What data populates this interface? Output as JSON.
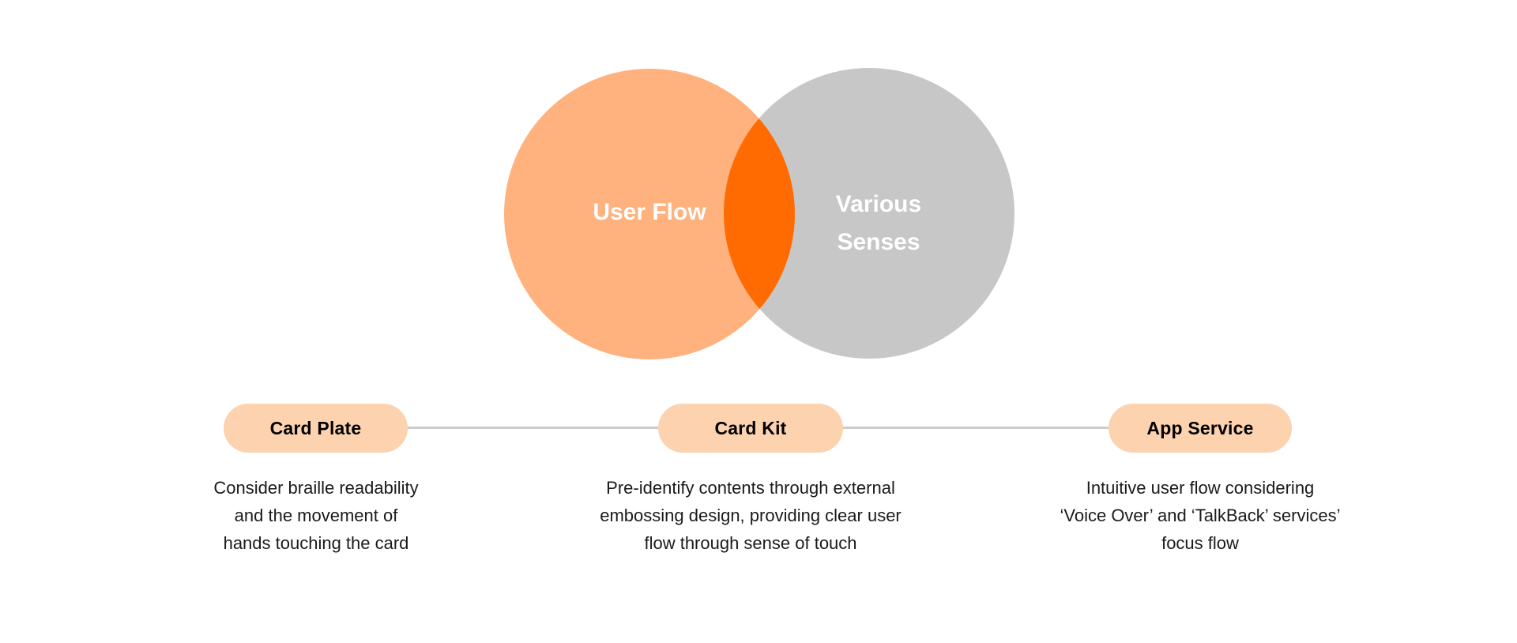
{
  "page": {
    "background_color": "#ffffff"
  },
  "venn": {
    "left_circle": {
      "label": "User Flow",
      "color": "#FFB17E"
    },
    "right_circle": {
      "label_line1": "Various",
      "label_line2": "Senses",
      "color": "#C7C7C7"
    },
    "overlap": {
      "color": "#FF6B00"
    },
    "label_text_color": "#FFFFFF"
  },
  "roadmap": {
    "connector_color": "#CCCCCC",
    "pill_background_color": "#FCD2AF",
    "pill_text_color": "#000000",
    "items": [
      {
        "label": "Card Plate",
        "description_lines": [
          "Consider braille readability",
          "and the movement of",
          "hands touching the card"
        ]
      },
      {
        "label": "Card Kit",
        "description_lines": [
          "Pre-identify contents through external",
          "embossing design, providing clear user",
          "flow through sense of touch"
        ]
      },
      {
        "label": "App Service",
        "description_lines": [
          "Intuitive user flow considering",
          "‘Voice Over’ and ‘TalkBack’ services’",
          "focus flow"
        ]
      }
    ]
  }
}
